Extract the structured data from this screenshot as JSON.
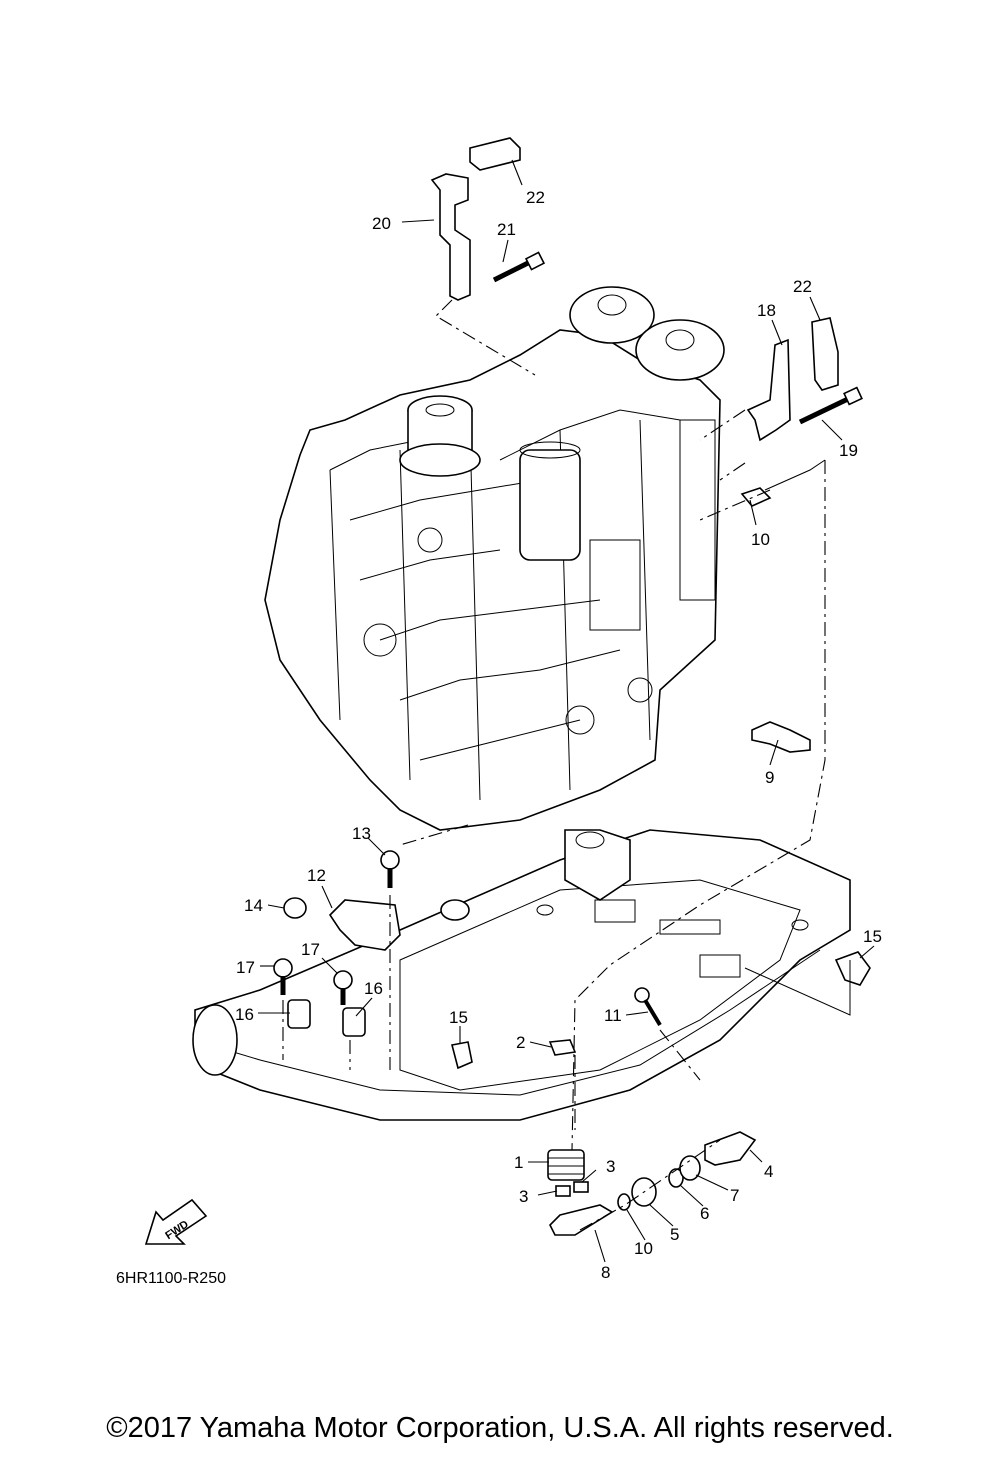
{
  "diagram": {
    "ref_code": "6HR1100-R250",
    "fwd_label": "FWD",
    "callouts": [
      {
        "id": "c20",
        "text": "20"
      },
      {
        "id": "c21",
        "text": "21"
      },
      {
        "id": "c22a",
        "text": "22"
      },
      {
        "id": "c22b",
        "text": "22"
      },
      {
        "id": "c18",
        "text": "18"
      },
      {
        "id": "c19",
        "text": "19"
      },
      {
        "id": "c10a",
        "text": "10"
      },
      {
        "id": "c9",
        "text": "9"
      },
      {
        "id": "c13",
        "text": "13"
      },
      {
        "id": "c12",
        "text": "12"
      },
      {
        "id": "c14",
        "text": "14"
      },
      {
        "id": "c17a",
        "text": "17"
      },
      {
        "id": "c17b",
        "text": "17"
      },
      {
        "id": "c16a",
        "text": "16"
      },
      {
        "id": "c16b",
        "text": "16"
      },
      {
        "id": "c15a",
        "text": "15"
      },
      {
        "id": "c15b",
        "text": "15"
      },
      {
        "id": "c11",
        "text": "11"
      },
      {
        "id": "c2",
        "text": "2"
      },
      {
        "id": "c1",
        "text": "1"
      },
      {
        "id": "c3a",
        "text": "3"
      },
      {
        "id": "c3b",
        "text": "3"
      },
      {
        "id": "c4",
        "text": "4"
      },
      {
        "id": "c7",
        "text": "7"
      },
      {
        "id": "c6",
        "text": "6"
      },
      {
        "id": "c5",
        "text": "5"
      },
      {
        "id": "c10b",
        "text": "10"
      },
      {
        "id": "c8",
        "text": "8"
      }
    ]
  },
  "footer": {
    "copyright": "©2017 Yamaha Motor Corporation, U.S.A. All rights reserved."
  }
}
